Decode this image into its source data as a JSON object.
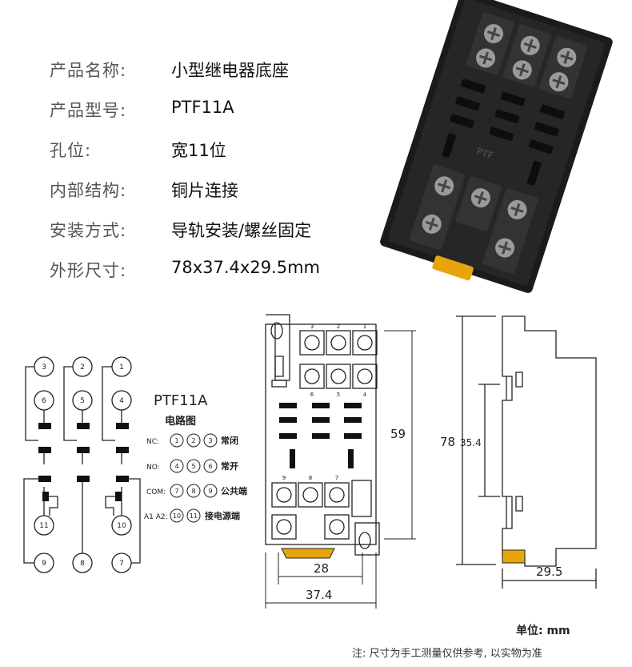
{
  "specs": [
    {
      "label": "产品名称:",
      "value": "小型继电器底座"
    },
    {
      "label": "产品型号:",
      "value": "PTF11A"
    },
    {
      "label": "孔位:",
      "value": "宽11位"
    },
    {
      "label": "内部结构:",
      "value": "铜片连接"
    },
    {
      "label": "安装方式:",
      "value": "导轨安装/螺丝固定"
    },
    {
      "label": "外形尺寸:",
      "value": "78x37.4x29.5mm"
    }
  ],
  "circuit": {
    "model": "PTF11A",
    "subtitle": "电路图",
    "terminals": {
      "t1": "1",
      "t2": "2",
      "t3": "3",
      "t4": "4",
      "t5": "5",
      "t6": "6",
      "t7": "7",
      "t8": "8",
      "t9": "9",
      "t10": "10",
      "t11": "11"
    },
    "legend": [
      {
        "prefix": "NC:",
        "nums": [
          "1",
          "2",
          "3"
        ],
        "desc": "常闭"
      },
      {
        "prefix": "NO:",
        "nums": [
          "4",
          "5",
          "6"
        ],
        "desc": "常开"
      },
      {
        "prefix": "COM:",
        "nums": [
          "7",
          "8",
          "9"
        ],
        "desc": "公共端"
      },
      {
        "prefix": "A1 A2:",
        "nums": [
          "10",
          "11"
        ],
        "desc": "接电源端"
      }
    ]
  },
  "front_view": {
    "top_labels": [
      "3",
      "2",
      "1"
    ],
    "mid_labels": [
      "6",
      "5",
      "4"
    ],
    "bottom_labels": [
      "9",
      "8",
      "7"
    ],
    "dim_height": "59",
    "dim_inner_width": "28",
    "dim_width": "37.4"
  },
  "side_view": {
    "dim_height": "78",
    "dim_rail": "35.4",
    "dim_depth": "29.5"
  },
  "footer": {
    "unit": "单位: mm",
    "note": "注: 尺寸为手工测量仅供参考, 以实物为准"
  },
  "colors": {
    "tab": "#e8a40c",
    "body": "#1b1b1b",
    "line": "#222222"
  }
}
